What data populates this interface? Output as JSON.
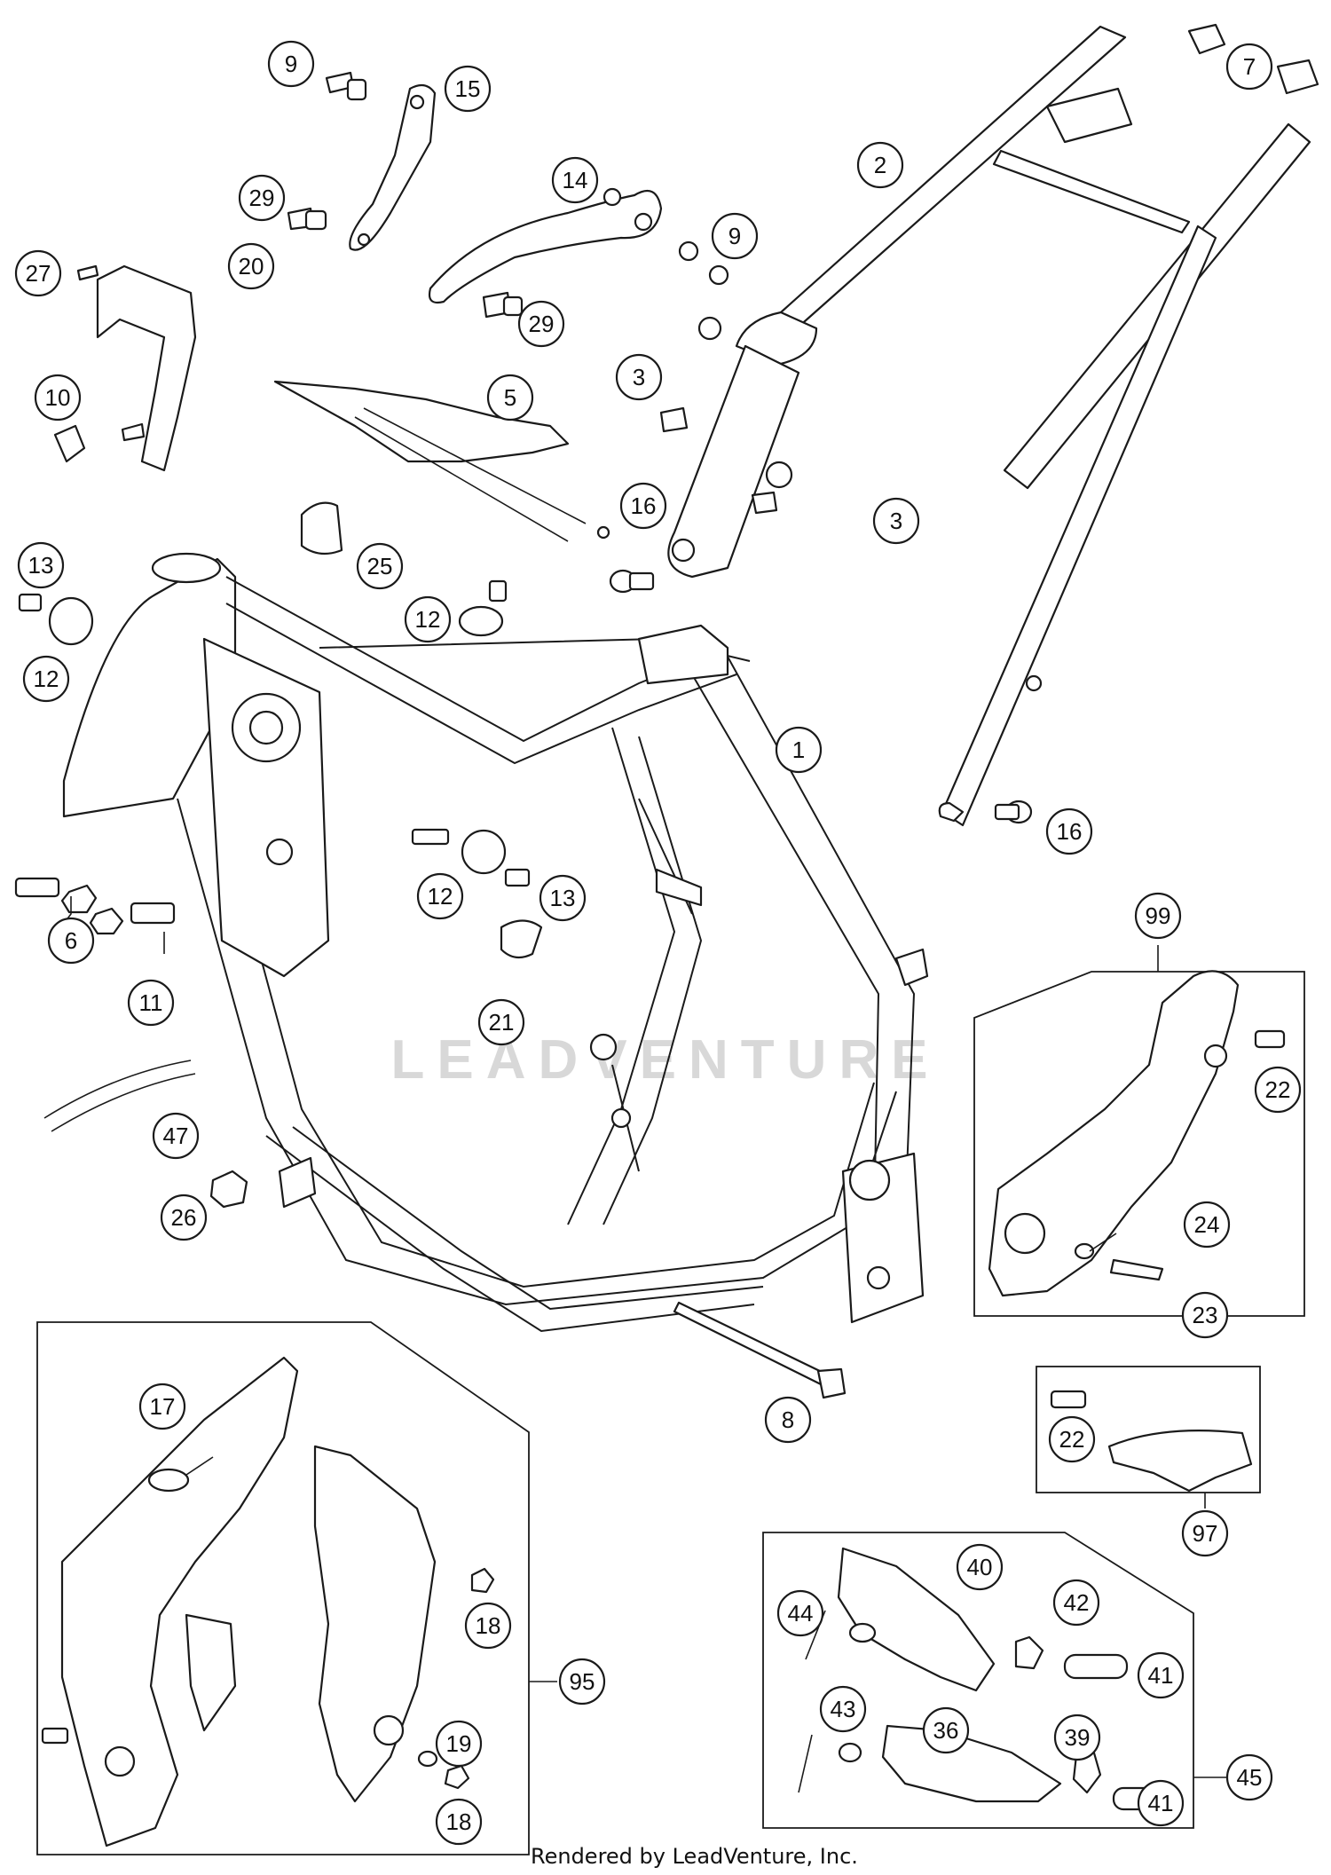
{
  "footer": "Rendered by LeadVenture, Inc.",
  "watermark": "LEADVENTURE",
  "callouts": [
    {
      "id": "c-1",
      "label": "1"
    },
    {
      "id": "c-2",
      "label": "2"
    },
    {
      "id": "c-3a",
      "label": "3"
    },
    {
      "id": "c-3b",
      "label": "3"
    },
    {
      "id": "c-5",
      "label": "5"
    },
    {
      "id": "c-6",
      "label": "6"
    },
    {
      "id": "c-7",
      "label": "7"
    },
    {
      "id": "c-8",
      "label": "8"
    },
    {
      "id": "c-9a",
      "label": "9"
    },
    {
      "id": "c-9b",
      "label": "9"
    },
    {
      "id": "c-10",
      "label": "10"
    },
    {
      "id": "c-11",
      "label": "11"
    },
    {
      "id": "c-12a",
      "label": "12"
    },
    {
      "id": "c-12b",
      "label": "12"
    },
    {
      "id": "c-12c",
      "label": "12"
    },
    {
      "id": "c-13a",
      "label": "13"
    },
    {
      "id": "c-13b",
      "label": "13"
    },
    {
      "id": "c-14",
      "label": "14"
    },
    {
      "id": "c-15",
      "label": "15"
    },
    {
      "id": "c-16a",
      "label": "16"
    },
    {
      "id": "c-16b",
      "label": "16"
    },
    {
      "id": "c-17",
      "label": "17"
    },
    {
      "id": "c-18a",
      "label": "18"
    },
    {
      "id": "c-18b",
      "label": "18"
    },
    {
      "id": "c-19",
      "label": "19"
    },
    {
      "id": "c-20",
      "label": "20"
    },
    {
      "id": "c-21",
      "label": "21"
    },
    {
      "id": "c-22a",
      "label": "22"
    },
    {
      "id": "c-22b",
      "label": "22"
    },
    {
      "id": "c-23",
      "label": "23"
    },
    {
      "id": "c-24",
      "label": "24"
    },
    {
      "id": "c-25",
      "label": "25"
    },
    {
      "id": "c-26",
      "label": "26"
    },
    {
      "id": "c-27",
      "label": "27"
    },
    {
      "id": "c-29a",
      "label": "29"
    },
    {
      "id": "c-29b",
      "label": "29"
    },
    {
      "id": "c-36",
      "label": "36"
    },
    {
      "id": "c-39",
      "label": "39"
    },
    {
      "id": "c-40",
      "label": "40"
    },
    {
      "id": "c-41a",
      "label": "41"
    },
    {
      "id": "c-41b",
      "label": "41"
    },
    {
      "id": "c-42",
      "label": "42"
    },
    {
      "id": "c-43",
      "label": "43"
    },
    {
      "id": "c-44",
      "label": "44"
    },
    {
      "id": "c-45",
      "label": "45"
    },
    {
      "id": "c-47",
      "label": "47"
    },
    {
      "id": "c-95",
      "label": "95"
    },
    {
      "id": "c-97",
      "label": "97"
    },
    {
      "id": "c-99",
      "label": "99"
    }
  ]
}
